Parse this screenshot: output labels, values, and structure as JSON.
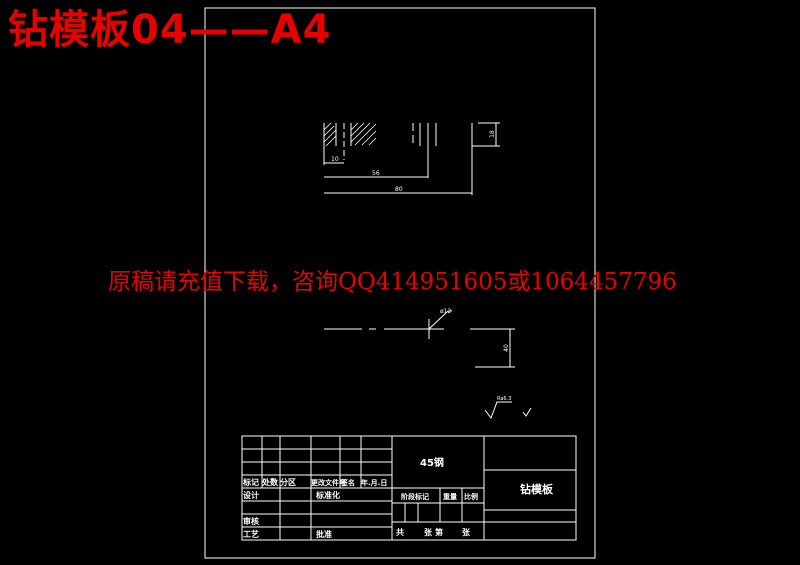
{
  "header": {
    "title": "钻模板04——A4"
  },
  "watermark": {
    "text": "原稿请充值下载，咨询QQ414951605或1064457796"
  },
  "drawing": {
    "dims": {
      "d18": "18",
      "d10": "10",
      "d56": "56",
      "d80": "80",
      "d40": "40",
      "d_phi": "ø12"
    },
    "roughness": {
      "value": "Ra6.3"
    },
    "colors": {
      "line": "#ffffff",
      "red": "#e60000",
      "background": "#000000"
    }
  },
  "title_block": {
    "material": "45钢",
    "part_name": "钻模板",
    "labels": {
      "mark": "标记",
      "count": "处数",
      "partition": "分区",
      "change_doc": "更改文件号",
      "signature": "签名",
      "date": "年.月.日",
      "design": "设计",
      "standardize": "标准化",
      "review": "审核",
      "process": "工艺",
      "approve": "批准",
      "stage_mark": "阶段标记",
      "weight": "重量",
      "scale": "比例",
      "total": "共",
      "sheets": "张",
      "no": "第",
      "sheet_end": "张"
    }
  }
}
